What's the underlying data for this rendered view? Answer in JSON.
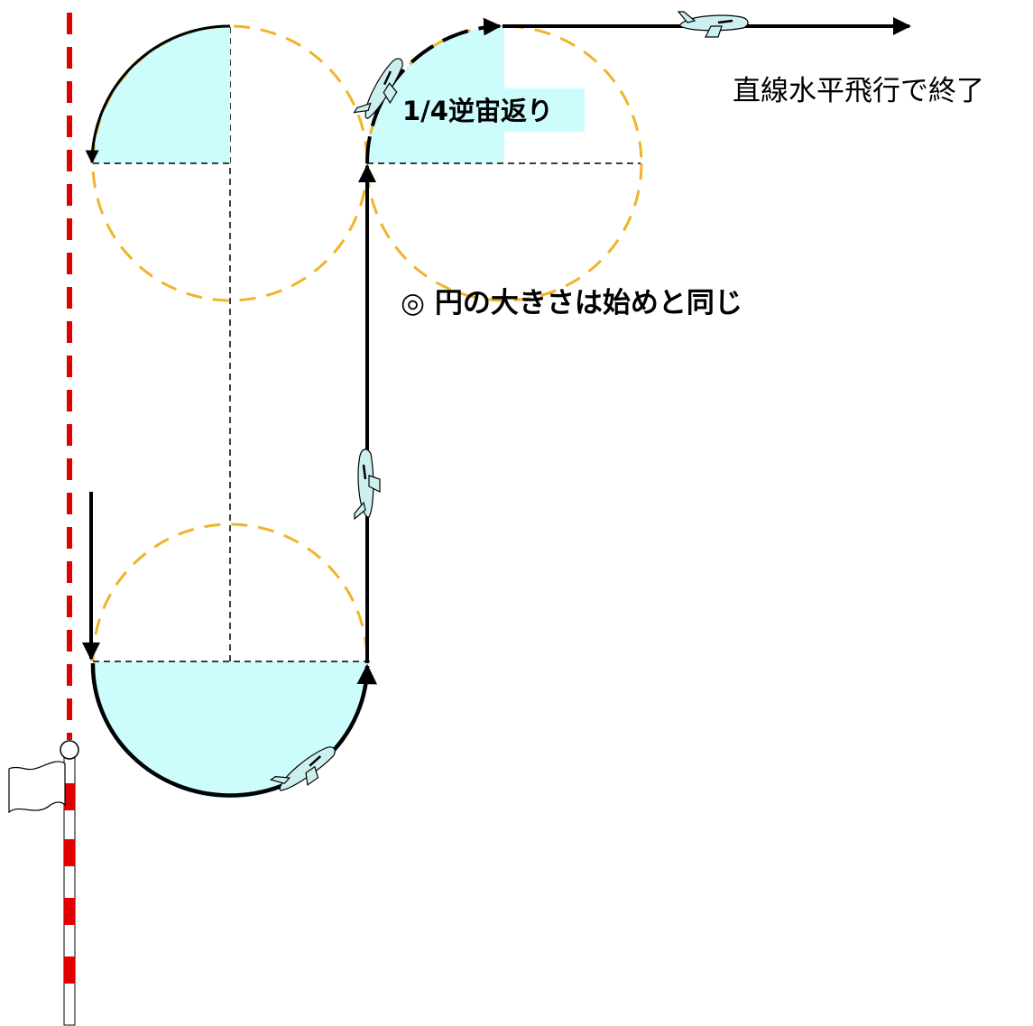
{
  "labels": {
    "quarter_inverted_loop": "1/4逆宙返り",
    "end_note": "直線水平飛行で終了",
    "circle_note": "◎ 円の大きさは始めと同じ"
  },
  "colors": {
    "background": "#ffffff",
    "path": "#000000",
    "guide_circle": "#f0b428",
    "fill": "#ccfcfc",
    "center_line": "#e00000",
    "pole_red": "#e00000",
    "plane_fill": "#ccf0f0"
  },
  "icons": {
    "plane": "airplane-icon",
    "flag": "flag-icon",
    "pole": "striped-pole-icon"
  }
}
